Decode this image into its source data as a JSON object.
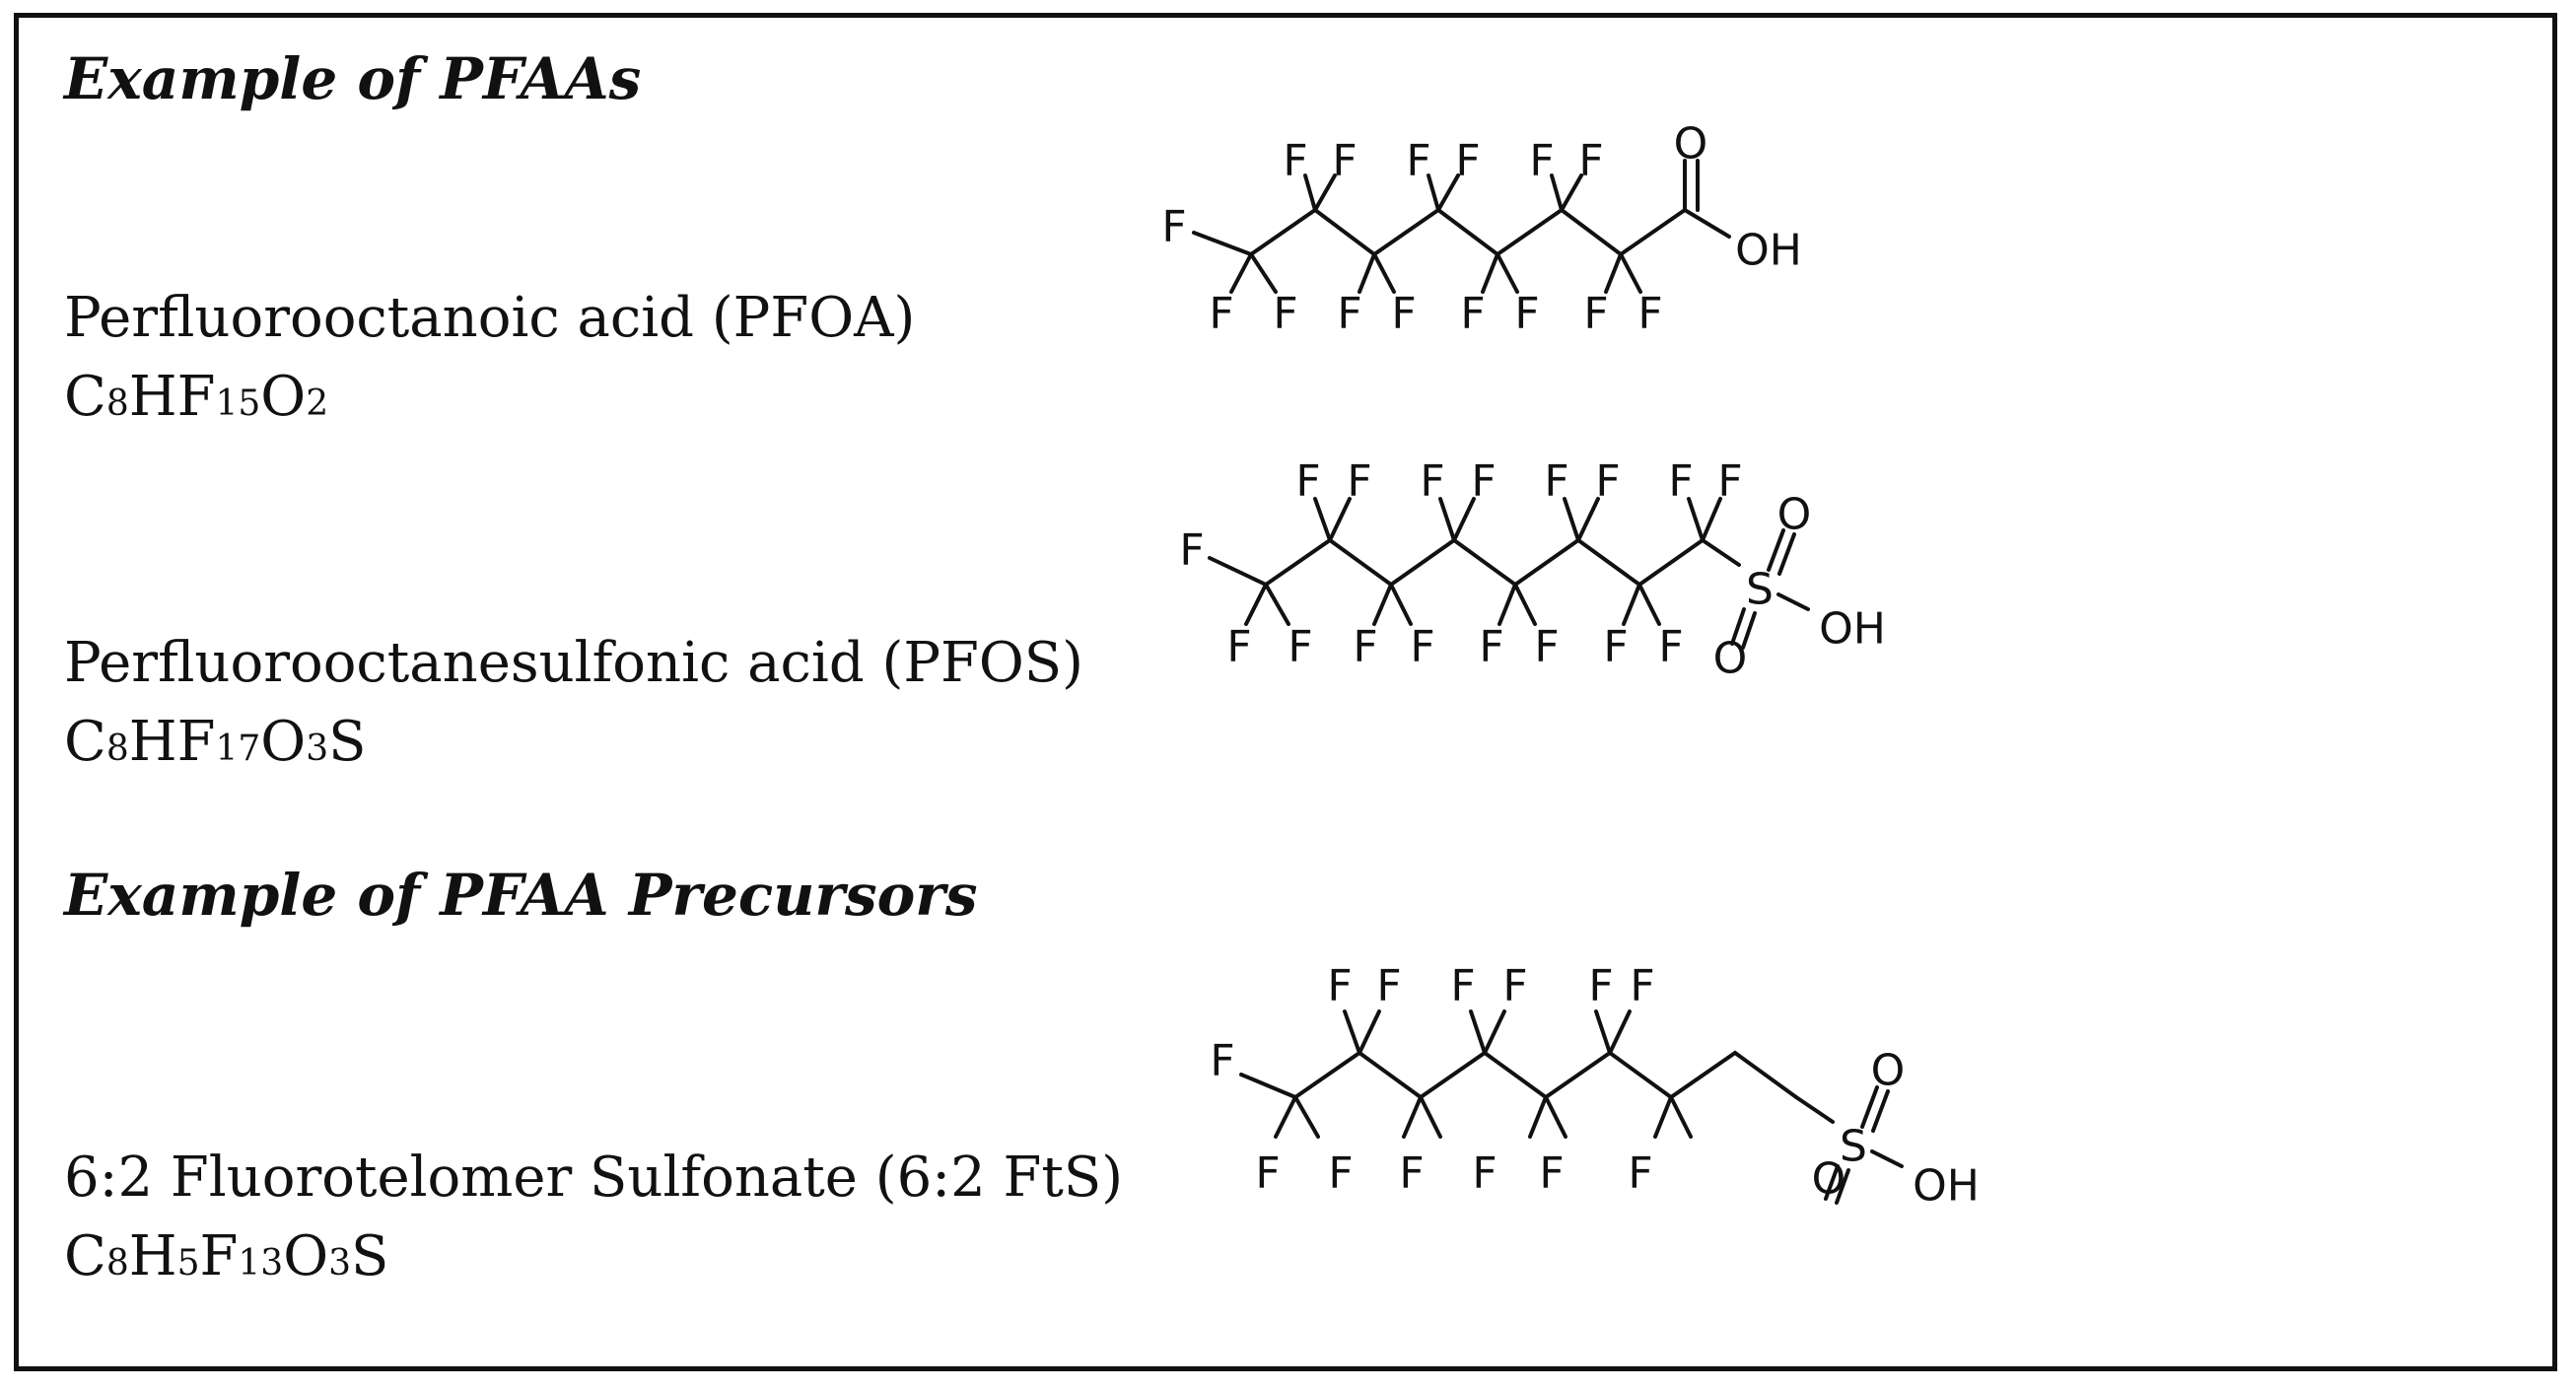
{
  "headings": {
    "pfaas": "Example of PFAAs",
    "precursors": "Example of PFAA Precursors"
  },
  "compounds": [
    {
      "name": "Perfluorooctanoic acid (PFOA)",
      "formula": [
        {
          "t": "C"
        },
        {
          "t": "8",
          "sub": true
        },
        {
          "t": "HF"
        },
        {
          "t": "15",
          "sub": true
        },
        {
          "t": "O"
        },
        {
          "t": "2",
          "sub": true
        }
      ]
    },
    {
      "name": "Perfluorooctanesulfonic acid (PFOS)",
      "formula": [
        {
          "t": "C"
        },
        {
          "t": "8",
          "sub": true
        },
        {
          "t": "HF"
        },
        {
          "t": "17",
          "sub": true
        },
        {
          "t": "O"
        },
        {
          "t": "3",
          "sub": true
        },
        {
          "t": "S"
        }
      ]
    },
    {
      "name": "6:2 Fluorotelomer Sulfonate (6:2 FtS)",
      "formula": [
        {
          "t": "C"
        },
        {
          "t": "8",
          "sub": true
        },
        {
          "t": "H"
        },
        {
          "t": "5",
          "sub": true
        },
        {
          "t": "F"
        },
        {
          "t": "13",
          "sub": true
        },
        {
          "t": "O"
        },
        {
          "t": "3",
          "sub": true
        },
        {
          "t": "S"
        }
      ]
    }
  ],
  "atoms": {
    "fluorine": "F",
    "oxygen": "O",
    "sulfur": "S",
    "hydroxyl": "OH"
  }
}
